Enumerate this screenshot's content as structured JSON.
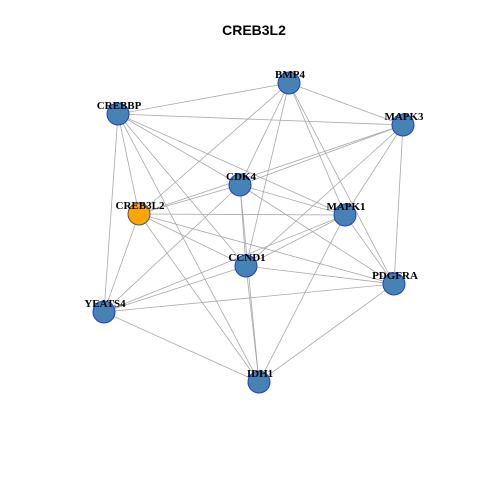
{
  "title": "CREB3L2",
  "colors": {
    "node_default": "#4682b4",
    "node_highlight": "#ffa500",
    "node_border": "#1a3fd1",
    "edge": "#a8a8a8"
  },
  "nodes": [
    {
      "id": "BMP4",
      "label": "BMP4",
      "highlight": false
    },
    {
      "id": "CREBBP",
      "label": "CREBBP",
      "highlight": false
    },
    {
      "id": "MAPK3",
      "label": "MAPK3",
      "highlight": false
    },
    {
      "id": "CDK4",
      "label": "CDK4",
      "highlight": false
    },
    {
      "id": "CREB3L2",
      "label": "CREB3L2",
      "highlight": true
    },
    {
      "id": "MAPK1",
      "label": "MAPK1",
      "highlight": false
    },
    {
      "id": "CCND1",
      "label": "CCND1",
      "highlight": false
    },
    {
      "id": "PDGFRA",
      "label": "PDGFRA",
      "highlight": false
    },
    {
      "id": "YEATS4",
      "label": "YEATS4",
      "highlight": false
    },
    {
      "id": "IDH1",
      "label": "IDH1",
      "highlight": false
    }
  ],
  "edges": [
    [
      "BMP4",
      "CREBBP"
    ],
    [
      "BMP4",
      "MAPK3"
    ],
    [
      "BMP4",
      "CDK4"
    ],
    [
      "BMP4",
      "CREB3L2"
    ],
    [
      "BMP4",
      "MAPK1"
    ],
    [
      "BMP4",
      "CCND1"
    ],
    [
      "BMP4",
      "PDGFRA"
    ],
    [
      "CREBBP",
      "MAPK3"
    ],
    [
      "CREBBP",
      "CDK4"
    ],
    [
      "CREBBP",
      "CREB3L2"
    ],
    [
      "CREBBP",
      "MAPK1"
    ],
    [
      "CREBBP",
      "CCND1"
    ],
    [
      "CREBBP",
      "YEATS4"
    ],
    [
      "CREBBP",
      "IDH1"
    ],
    [
      "MAPK3",
      "CDK4"
    ],
    [
      "MAPK3",
      "CREB3L2"
    ],
    [
      "MAPK3",
      "MAPK1"
    ],
    [
      "MAPK3",
      "CCND1"
    ],
    [
      "MAPK3",
      "PDGFRA"
    ],
    [
      "CDK4",
      "CREB3L2"
    ],
    [
      "CDK4",
      "MAPK1"
    ],
    [
      "CDK4",
      "CCND1"
    ],
    [
      "CDK4",
      "PDGFRA"
    ],
    [
      "CDK4",
      "YEATS4"
    ],
    [
      "CDK4",
      "IDH1"
    ],
    [
      "CREB3L2",
      "MAPK1"
    ],
    [
      "CREB3L2",
      "CCND1"
    ],
    [
      "CREB3L2",
      "PDGFRA"
    ],
    [
      "CREB3L2",
      "YEATS4"
    ],
    [
      "CREB3L2",
      "IDH1"
    ],
    [
      "MAPK1",
      "CCND1"
    ],
    [
      "MAPK1",
      "PDGFRA"
    ],
    [
      "MAPK1",
      "YEATS4"
    ],
    [
      "MAPK1",
      "IDH1"
    ],
    [
      "CCND1",
      "PDGFRA"
    ],
    [
      "CCND1",
      "YEATS4"
    ],
    [
      "CCND1",
      "IDH1"
    ],
    [
      "PDGFRA",
      "YEATS4"
    ],
    [
      "PDGFRA",
      "IDH1"
    ],
    [
      "YEATS4",
      "IDH1"
    ]
  ]
}
